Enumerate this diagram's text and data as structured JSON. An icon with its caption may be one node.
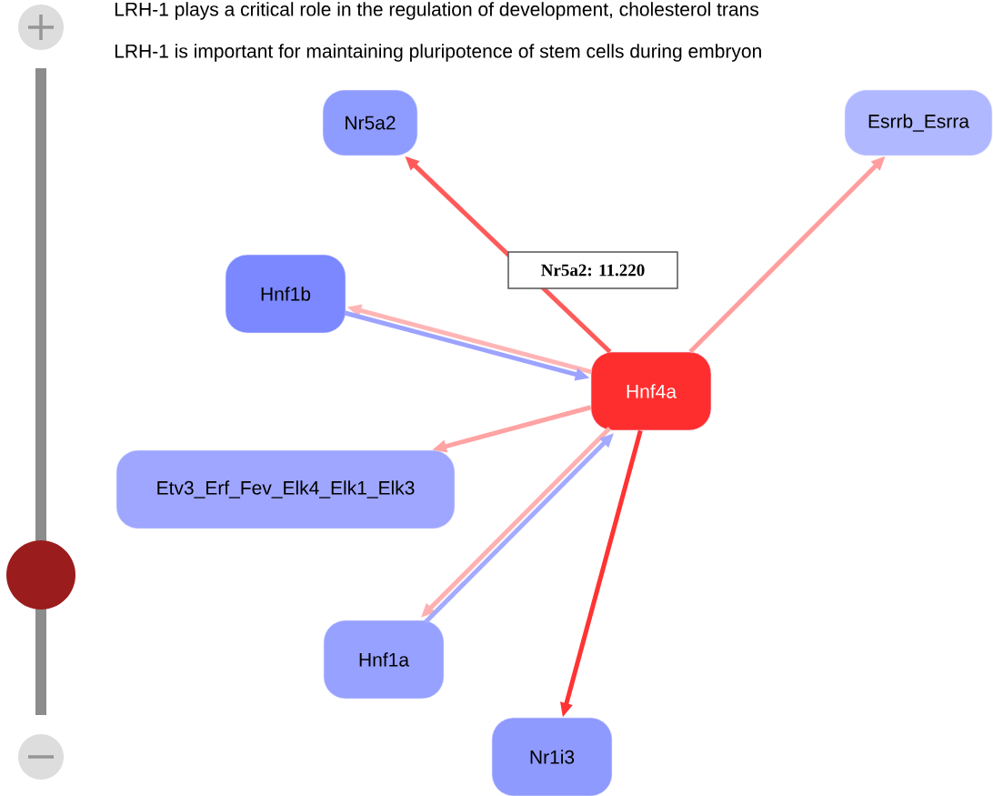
{
  "diagram": {
    "nodes": [
      {
        "text": [
          "Nr5a2"
        ]
      },
      {
        "text": [
          "Esrrb_Esrra"
        ]
      },
      {
        "text": [
          "Hnf1b"
        ]
      },
      {
        "text": [
          "Hnf4a"
        ]
      },
      {
        "text": [
          "Etv3_Erf_Fev_Elk4_Elk1_Elk3"
        ]
      },
      {
        "text": [
          "Hnf1a"
        ]
      },
      {
        "text": [
          "Nr1i3"
        ]
      }
    ],
    "edges": [
      {
        "from": 3,
        "to": 0,
        "arrow": "to",
        "color": "#ff5a5a"
      },
      {
        "from": 3,
        "to": 1,
        "arrow": "to",
        "color": "#ff9e9e"
      },
      {
        "from": 3,
        "to": 2,
        "arrow": "to",
        "color": "#ffb5b5"
      },
      {
        "from": 2,
        "to": 3,
        "arrow": "to",
        "color": "#9ca3ff"
      },
      {
        "from": 3,
        "to": 4,
        "arrow": "to",
        "color": "#ffa3a3"
      },
      {
        "from": 3,
        "to": 5,
        "arrow": "to",
        "color": "#ffb0b0"
      },
      {
        "from": 5,
        "to": 3,
        "arrow": "to",
        "color": "#a3aaff"
      },
      {
        "from": 3,
        "to": 6,
        "arrow": "to",
        "color": "#ff3333"
      }
    ],
    "labels": [
      "LRH-1 plays a critical role in the regulation of development, cholesterol trans",
      "LRH-1 is important for maintaining pluripotence of stem cells during embryon",
      "Nr5a2: 11.220"
    ]
  }
}
